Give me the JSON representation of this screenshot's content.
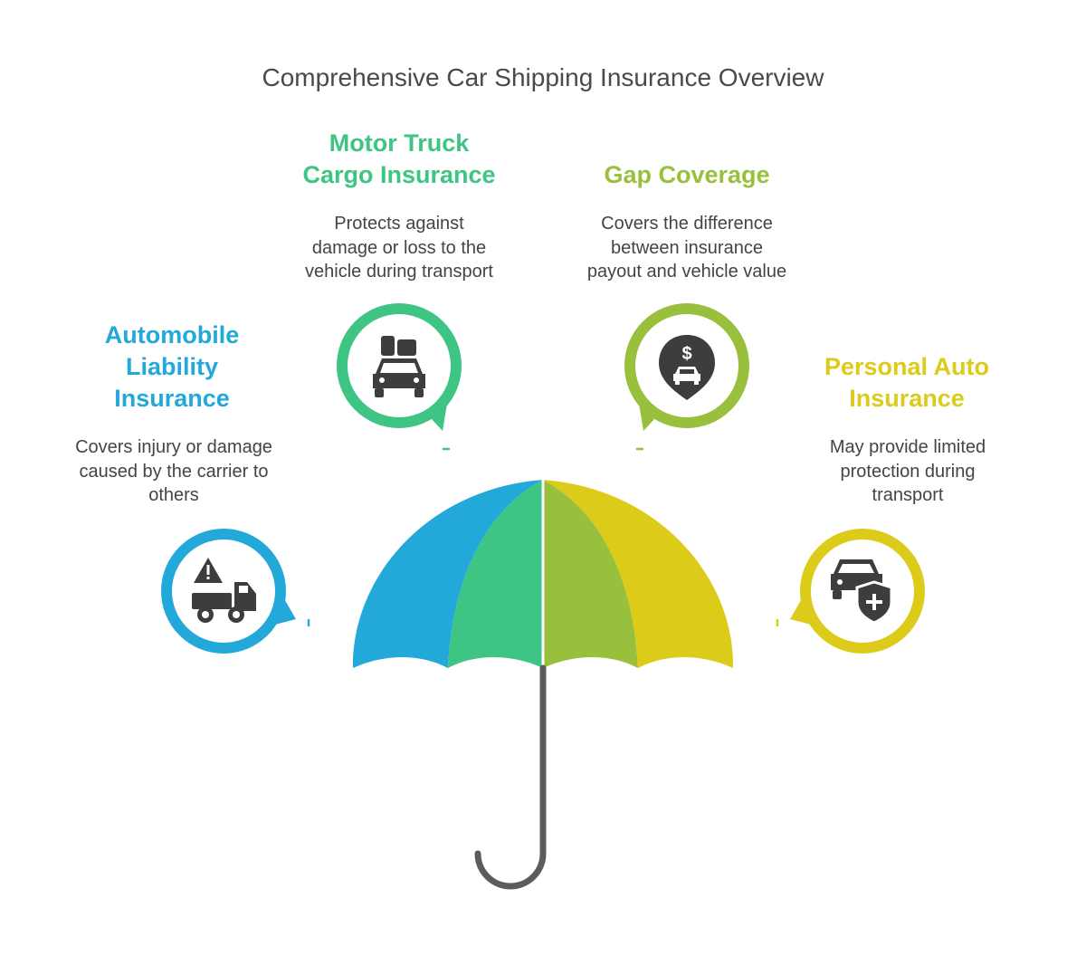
{
  "title": "Comprehensive Car Shipping Insurance Overview",
  "colors": {
    "blue": "#22a9d9",
    "green": "#3ec483",
    "lime": "#98c03c",
    "yellow": "#dccb19",
    "icon": "#3d3d3d",
    "handle": "#5c5c5c"
  },
  "items": [
    {
      "heading": [
        "Automobile",
        "Liability",
        "Insurance"
      ],
      "description": [
        "Covers injury or damage",
        "caused by the carrier to",
        "others"
      ],
      "icon": "truck-warning-icon",
      "color": "#22a9d9"
    },
    {
      "heading": [
        "Motor Truck",
        "Cargo Insurance"
      ],
      "description": [
        "Protects against",
        "damage or loss to the",
        "vehicle during transport"
      ],
      "icon": "car-cargo-icon",
      "color": "#3ec483"
    },
    {
      "heading": [
        "Gap Coverage"
      ],
      "description": [
        "Covers the difference",
        "between insurance",
        "payout and vehicle value"
      ],
      "icon": "dollar-car-pin-icon",
      "color": "#98c03c"
    },
    {
      "heading": [
        "Personal Auto",
        "Insurance"
      ],
      "description": [
        "May provide limited",
        "protection during",
        "transport"
      ],
      "icon": "car-shield-icon",
      "color": "#dccb19"
    }
  ]
}
